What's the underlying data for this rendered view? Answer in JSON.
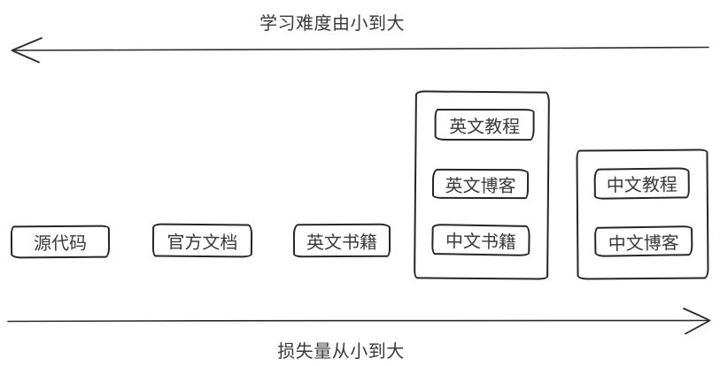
{
  "diagram": {
    "top_axis": {
      "label": "学习难度由小到大",
      "direction": "left"
    },
    "bottom_axis": {
      "label": "损失量从小到大",
      "direction": "right"
    },
    "standalone_nodes": [
      {
        "id": "source-code",
        "label": "源代码"
      },
      {
        "id": "official-docs",
        "label": "官方文档"
      },
      {
        "id": "english-books",
        "label": "英文书籍"
      }
    ],
    "groups": [
      {
        "id": "group-english-mixed",
        "nodes": [
          {
            "id": "english-tutorials",
            "label": "英文教程"
          },
          {
            "id": "english-blogs",
            "label": "英文博客"
          },
          {
            "id": "chinese-books",
            "label": "中文书籍"
          }
        ]
      },
      {
        "id": "group-chinese",
        "nodes": [
          {
            "id": "chinese-tutorials",
            "label": "中文教程"
          },
          {
            "id": "chinese-blogs",
            "label": "中文博客"
          }
        ]
      }
    ],
    "colors": {
      "stroke": "#2b2b2b",
      "text": "#3a3a3a",
      "background": "#ffffff"
    }
  }
}
